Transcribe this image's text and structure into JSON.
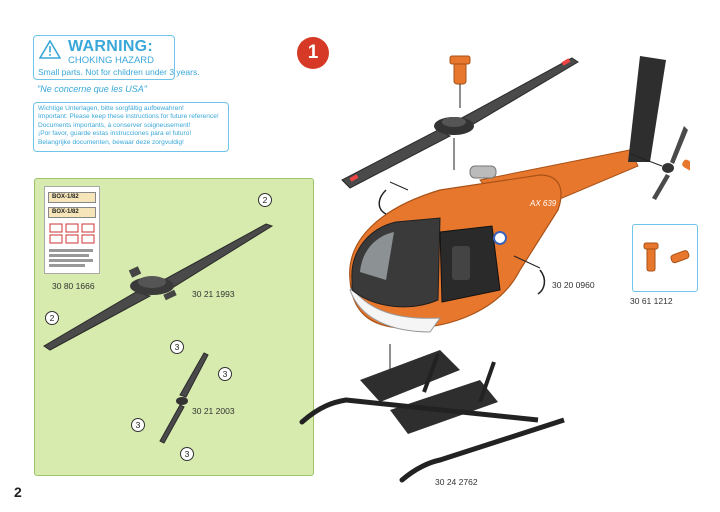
{
  "page": {
    "number": "2"
  },
  "step": {
    "number": "1"
  },
  "warning": {
    "title": "WARNING:",
    "subtitle": "CHOKING HAZARD",
    "line": "Small parts. Not for children under 3 years.",
    "usa_note": "\"Ne concerne que les USA\""
  },
  "info_lines": [
    "Wichtige Unterlagen, bitte sorgfältig aufbewahren!",
    "Important: Please keep these instructions for future reference!",
    "Documents importants, à conserver soigneusement!",
    "¡Por favor, guarde estas instrucciones para el futuro!",
    "Belangrijke documenten, bewaar deze zorgvuldig!"
  ],
  "bags": {
    "bag1": "BOX-1/82",
    "bag2": "BOX-1/82"
  },
  "callouts": {
    "c2": "2",
    "c3": "3"
  },
  "parts": {
    "main_rotor_hub": "30 80 1666",
    "main_rotor_blade": "30 21 1993",
    "tail_rotor": "30 21 2003",
    "fuselage": "30 20 0960",
    "masts": "30 61 1212",
    "skids": "30 24 2762"
  },
  "helicopter": {
    "tail_code": "AX 639"
  },
  "colors": {
    "accent_blue": "#3aa7d9",
    "step_red": "#d63a27",
    "panel_green": "#d6ebad",
    "helicopter_orange": "#e8772e"
  }
}
